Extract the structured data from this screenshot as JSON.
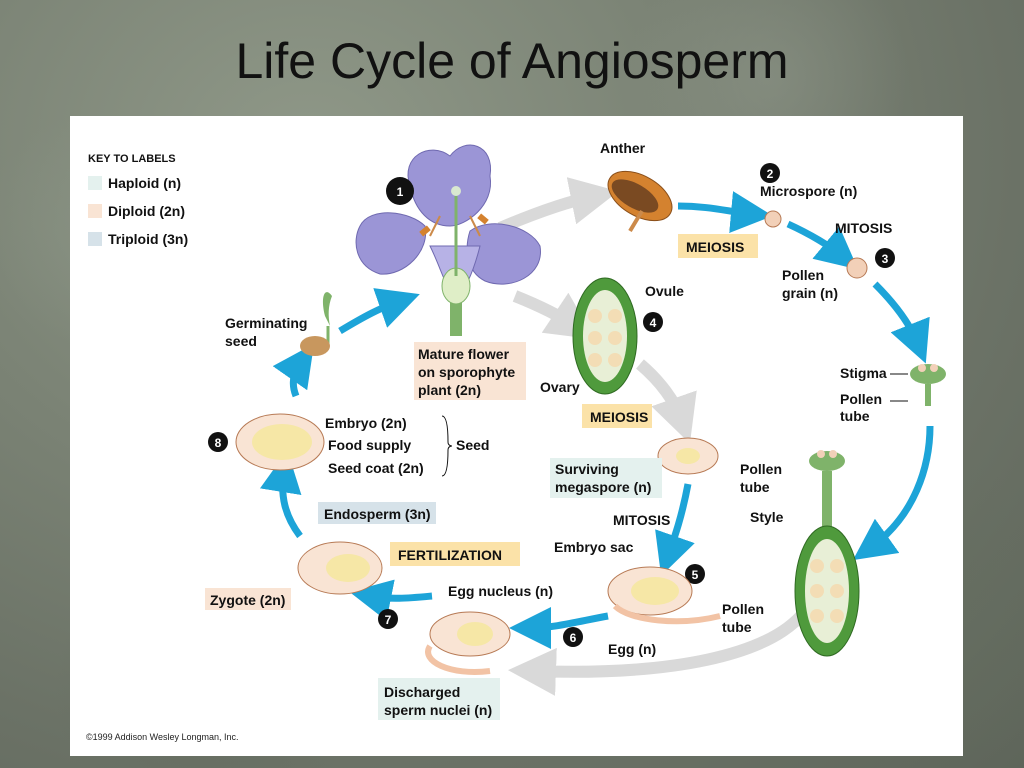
{
  "title": "Life Cycle of Angiosperm",
  "key": {
    "title": "KEY TO LABELS",
    "items": [
      {
        "label": "Haploid (n)",
        "color": "#e4f1ee"
      },
      {
        "label": "Diploid (2n)",
        "color": "#f9e4d4"
      },
      {
        "label": "Triploid (3n)",
        "color": "#d6e2e9"
      }
    ]
  },
  "steps": [
    "1",
    "2",
    "3",
    "4",
    "5",
    "6",
    "7",
    "8"
  ],
  "labels": {
    "anther": "Anther",
    "microspore": "Microspore (n)",
    "mitosis_top": "MITOSIS",
    "meiosis_top": "MEIOSIS",
    "pollen_grain_1": "Pollen",
    "pollen_grain_2": "grain (n)",
    "ovule": "Ovule",
    "ovary": "Ovary",
    "mature_flower_1": "Mature flower",
    "mature_flower_2": "on sporophyte",
    "mature_flower_3": "plant (2n)",
    "germinating_1": "Germinating",
    "germinating_2": "seed",
    "stigma": "Stigma",
    "pollen_tube_a1": "Pollen",
    "pollen_tube_a2": "tube",
    "pollen_tube_b1": "Pollen",
    "pollen_tube_b2": "tube",
    "style": "Style",
    "meiosis_mid": "MEIOSIS",
    "surviving_1": "Surviving",
    "surviving_2": "megaspore (n)",
    "mitosis_mid": "MITOSIS",
    "embryo_sac": "Embryo sac",
    "pollen_tube_c1": "Pollen",
    "pollen_tube_c2": "tube",
    "egg": "Egg (n)",
    "egg_nucleus": "Egg nucleus (n)",
    "discharged_1": "Discharged",
    "discharged_2": "sperm nuclei (n)",
    "fertilization": "FERTILIZATION",
    "endosperm": "Endosperm (3n)",
    "zygote": "Zygote (2n)",
    "embryo": "Embryo (2n)",
    "food_supply": "Food supply",
    "seed_coat": "Seed coat (2n)",
    "seed": "Seed"
  },
  "copyright": "©1999 Addison Wesley Longman, Inc.",
  "colors": {
    "arrow_blue": "#1da4d8",
    "arrow_gray": "#d9d9d9",
    "haploid": "#e4f1ee",
    "diploid": "#f9e4d4",
    "triploid": "#d6e2e9",
    "process_box": "#fbe2a8"
  }
}
